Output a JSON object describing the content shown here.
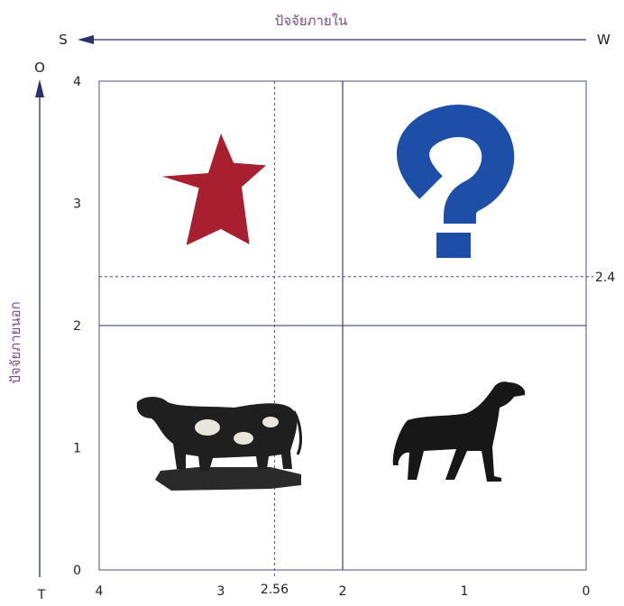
{
  "chart_data": {
    "type": "scatter",
    "title": "",
    "top_axis": {
      "label": "ปัจจัยภายใน",
      "left_end": "S",
      "right_end": "W"
    },
    "left_axis": {
      "label": "ปัจจัยภายนอก",
      "top_end": "O",
      "bottom_end": "T"
    },
    "xlim": [
      4,
      0
    ],
    "ylim": [
      0,
      4
    ],
    "x_reversed": true,
    "x_ticks": [
      "4",
      "3",
      "2",
      "1",
      "0"
    ],
    "y_ticks": [
      "0",
      "1",
      "2",
      "3",
      "4"
    ],
    "midlines": {
      "x": 2,
      "y": 2
    },
    "grid": false,
    "points": [
      {
        "x": 2.56,
        "y": 2.4
      }
    ],
    "point_labels": {
      "x": "2.56",
      "y": "2.4"
    },
    "quadrant_icons": [
      "star-icon",
      "question-mark-icon",
      "cow-icon",
      "dog-icon"
    ],
    "colors": {
      "axis": "#2a2f6e",
      "star": "#a8202f",
      "question": "#1e4fa8",
      "animal": "#1a1a1a",
      "label": "#7a4a8a"
    }
  }
}
